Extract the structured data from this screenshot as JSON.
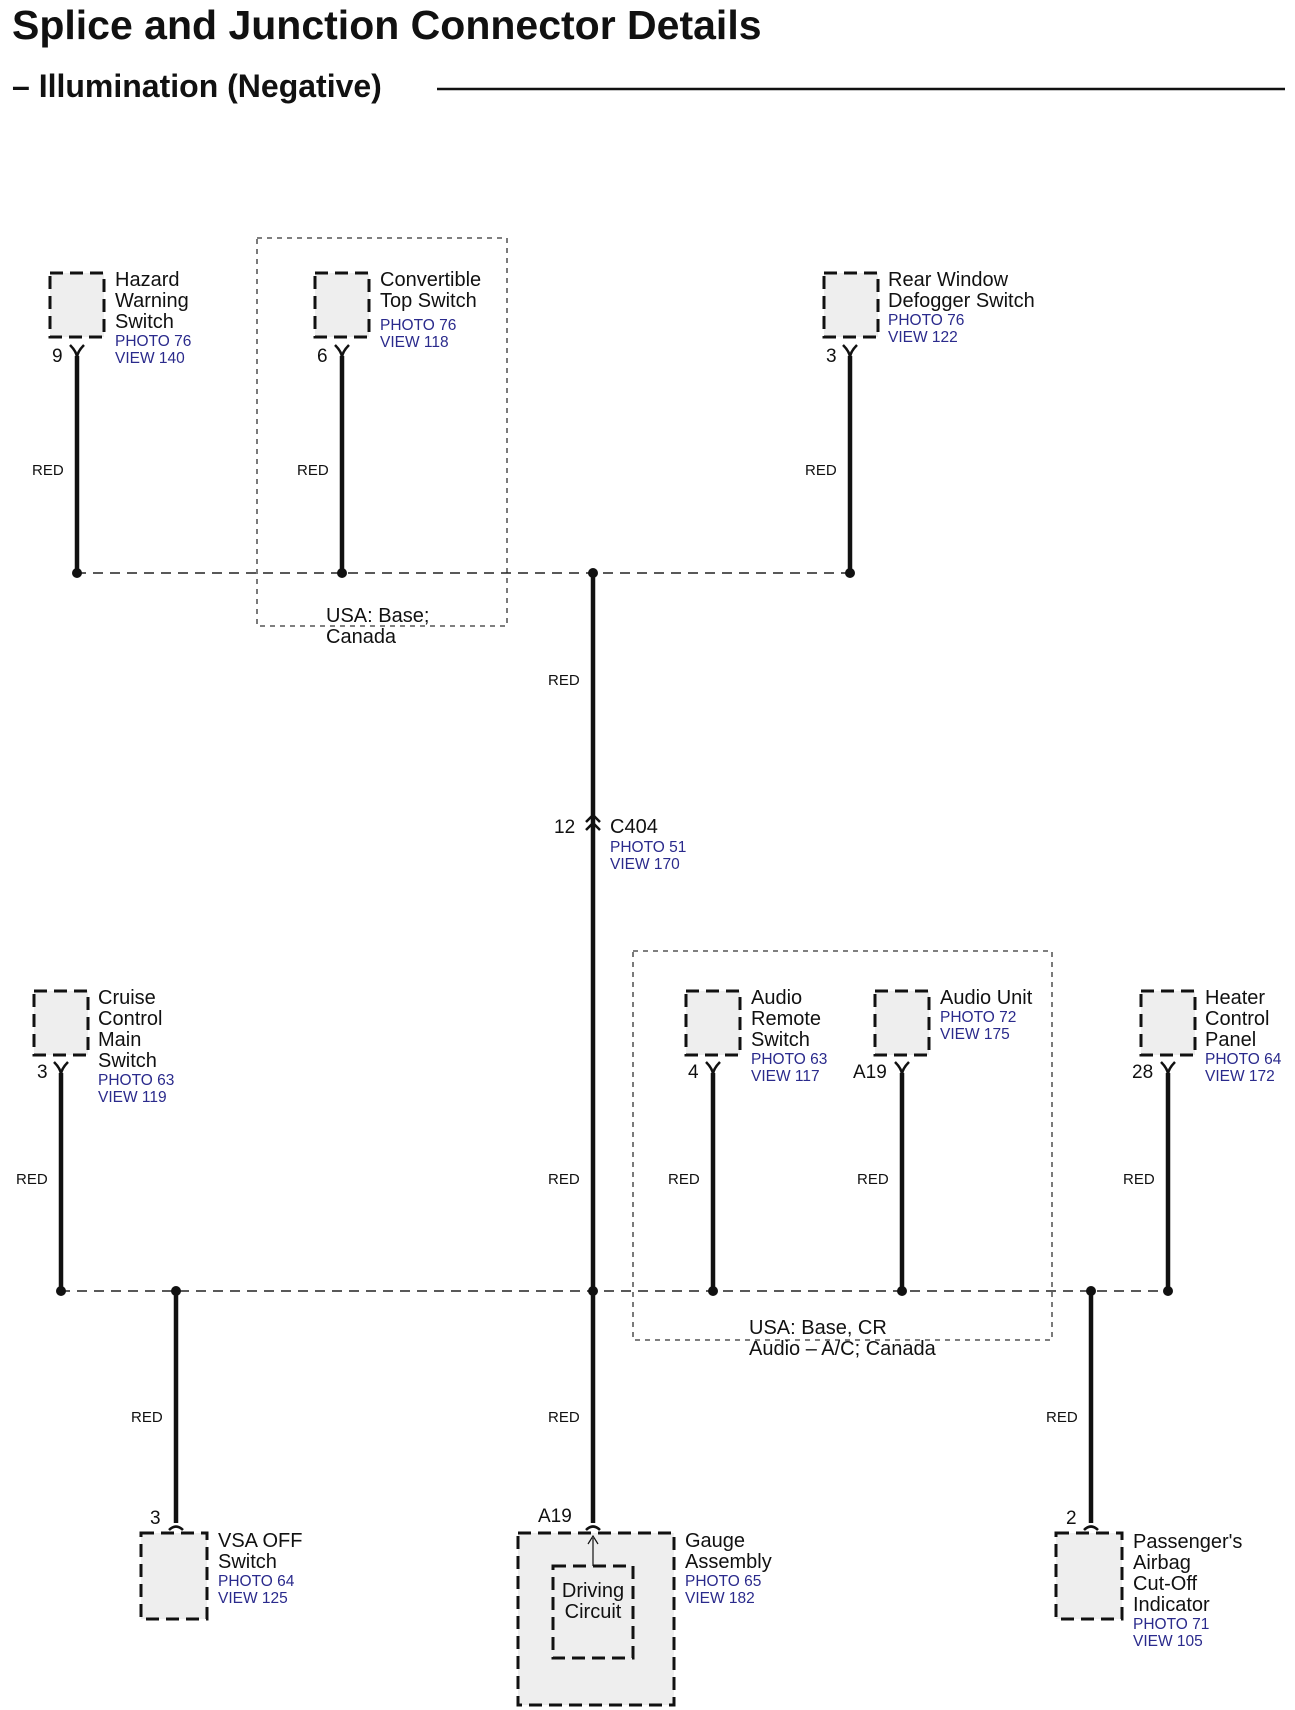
{
  "header": {
    "title": "Splice and Junction Connector Details",
    "subtitle": "– Illumination (Negative)"
  },
  "wire_color": "RED",
  "regions": {
    "upper": [
      "USA: Base;",
      "Canada"
    ],
    "lower": [
      "USA: Base, CR",
      "Audio – A/C; Canada"
    ]
  },
  "components": {
    "hazard": {
      "name": [
        "Hazard",
        "Warning",
        "Switch"
      ],
      "refs": [
        "PHOTO 76",
        "VIEW 140"
      ],
      "pin": "9"
    },
    "convertible": {
      "name": [
        "Convertible",
        "Top Switch"
      ],
      "refs": [
        "PHOTO 76",
        "VIEW 118"
      ],
      "pin": "6"
    },
    "defogger": {
      "name": [
        "Rear Window",
        "Defogger Switch"
      ],
      "refs": [
        "PHOTO 76",
        "VIEW 122"
      ],
      "pin": "3"
    },
    "c404": {
      "name": [
        "C404"
      ],
      "refs": [
        "PHOTO 51",
        "VIEW 170"
      ],
      "pin": "12"
    },
    "cruise": {
      "name": [
        "Cruise",
        "Control",
        "Main",
        "Switch"
      ],
      "refs": [
        "PHOTO 63",
        "VIEW 119"
      ],
      "pin": "3"
    },
    "audio_remote": {
      "name": [
        "Audio",
        "Remote",
        "Switch"
      ],
      "refs": [
        "PHOTO 63",
        "VIEW 117"
      ],
      "pin": "4"
    },
    "audio_unit": {
      "name": [
        "Audio Unit"
      ],
      "refs": [
        "PHOTO 72",
        "VIEW 175"
      ],
      "pin": "A19"
    },
    "heater": {
      "name": [
        "Heater",
        "Control",
        "Panel"
      ],
      "refs": [
        "PHOTO 64",
        "VIEW 172"
      ],
      "pin": "28"
    },
    "vsa": {
      "name": [
        "VSA OFF",
        "Switch"
      ],
      "refs": [
        "PHOTO 64",
        "VIEW 125"
      ],
      "pin": "3"
    },
    "gauge": {
      "name": [
        "Gauge",
        "Assembly"
      ],
      "refs": [
        "PHOTO 65",
        "VIEW 182"
      ],
      "pin": "A19",
      "inner": [
        "Driving",
        "Circuit"
      ]
    },
    "airbag": {
      "name": [
        "Passenger's",
        "Airbag",
        "Cut-Off",
        "Indicator"
      ],
      "refs": [
        "PHOTO 71",
        "VIEW 105"
      ],
      "pin": "2"
    }
  },
  "colors": {
    "reference_text": "#2a2a8c",
    "line": "#111111",
    "box_fill": "#eeeeee"
  }
}
